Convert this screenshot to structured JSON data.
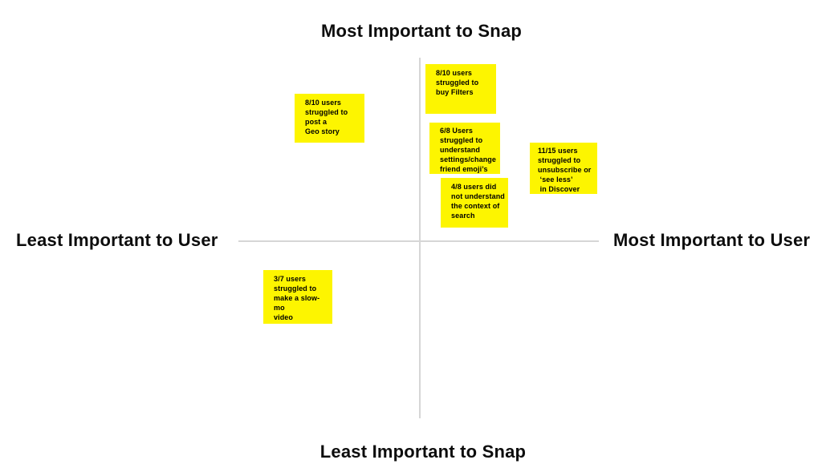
{
  "axes": {
    "top_label": "Most Important to Snap",
    "bottom_label": "Least Important to Snap",
    "left_label": "Least Important to User",
    "right_label": "Most Important to User"
  },
  "colors": {
    "note_background": "#fdf500",
    "axis_line": "#d6d6d6",
    "text": "#0d0d0d"
  },
  "notes": [
    {
      "id": "post-geo-story",
      "quadrant": "top-left",
      "text": "8/10 users\nstruggled to\npost a\nGeo story"
    },
    {
      "id": "buy-filters",
      "quadrant": "top-right",
      "text": "8/10 users\nstruggled to\nbuy Filters"
    },
    {
      "id": "settings-emoji",
      "quadrant": "top-right",
      "text": "6/8 Users\nstruggled to\nunderstand\nsettings/change\nfriend emoji’s"
    },
    {
      "id": "search-context",
      "quadrant": "top-right",
      "text": "4/8 users did\nnot understand\nthe context of\nsearch"
    },
    {
      "id": "discover-unsub",
      "quadrant": "top-right",
      "text": "11/15 users\nstruggled to\nunsubscribe or\n ‘see less’\n in Discover"
    },
    {
      "id": "slow-mo-video",
      "quadrant": "bottom-left",
      "text": "3/7 users\nstruggled to\nmake a slow-mo\nvideo"
    }
  ]
}
